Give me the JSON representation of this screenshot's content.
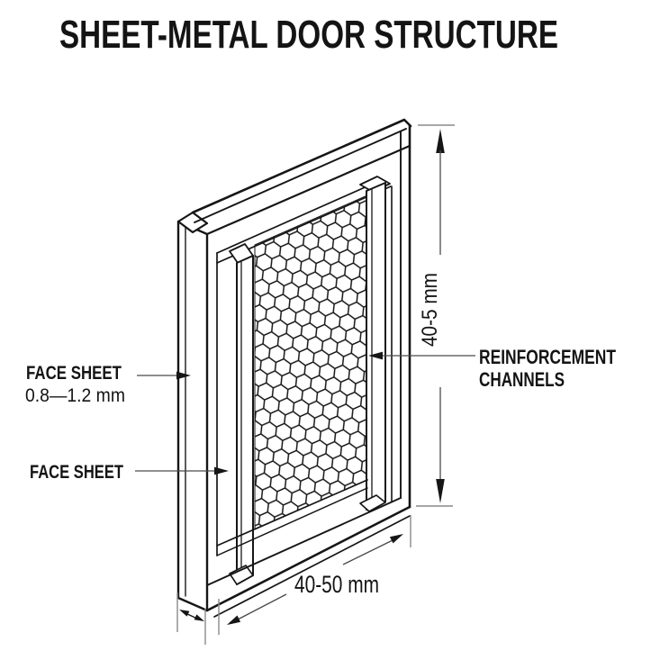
{
  "title": "SHEET-METAL DOOR STRUCTURE",
  "labels": {
    "face_sheet_top_line1": "FACE SHEET",
    "face_sheet_top_line2": "0.8—1.2 mm",
    "face_sheet_bottom": "FACE SHEET",
    "reinforcement_line1": "REINFORCEMENT",
    "reinforcement_line2": "CHANNELS"
  },
  "dimensions": {
    "height_label": "40-5 mm",
    "width_label": "40-50 mm"
  },
  "colors": {
    "line": "#161616",
    "dim_line": "#4a4a4a",
    "tick": "#8a8a8a",
    "background": "#ffffff",
    "text": "#141414"
  }
}
